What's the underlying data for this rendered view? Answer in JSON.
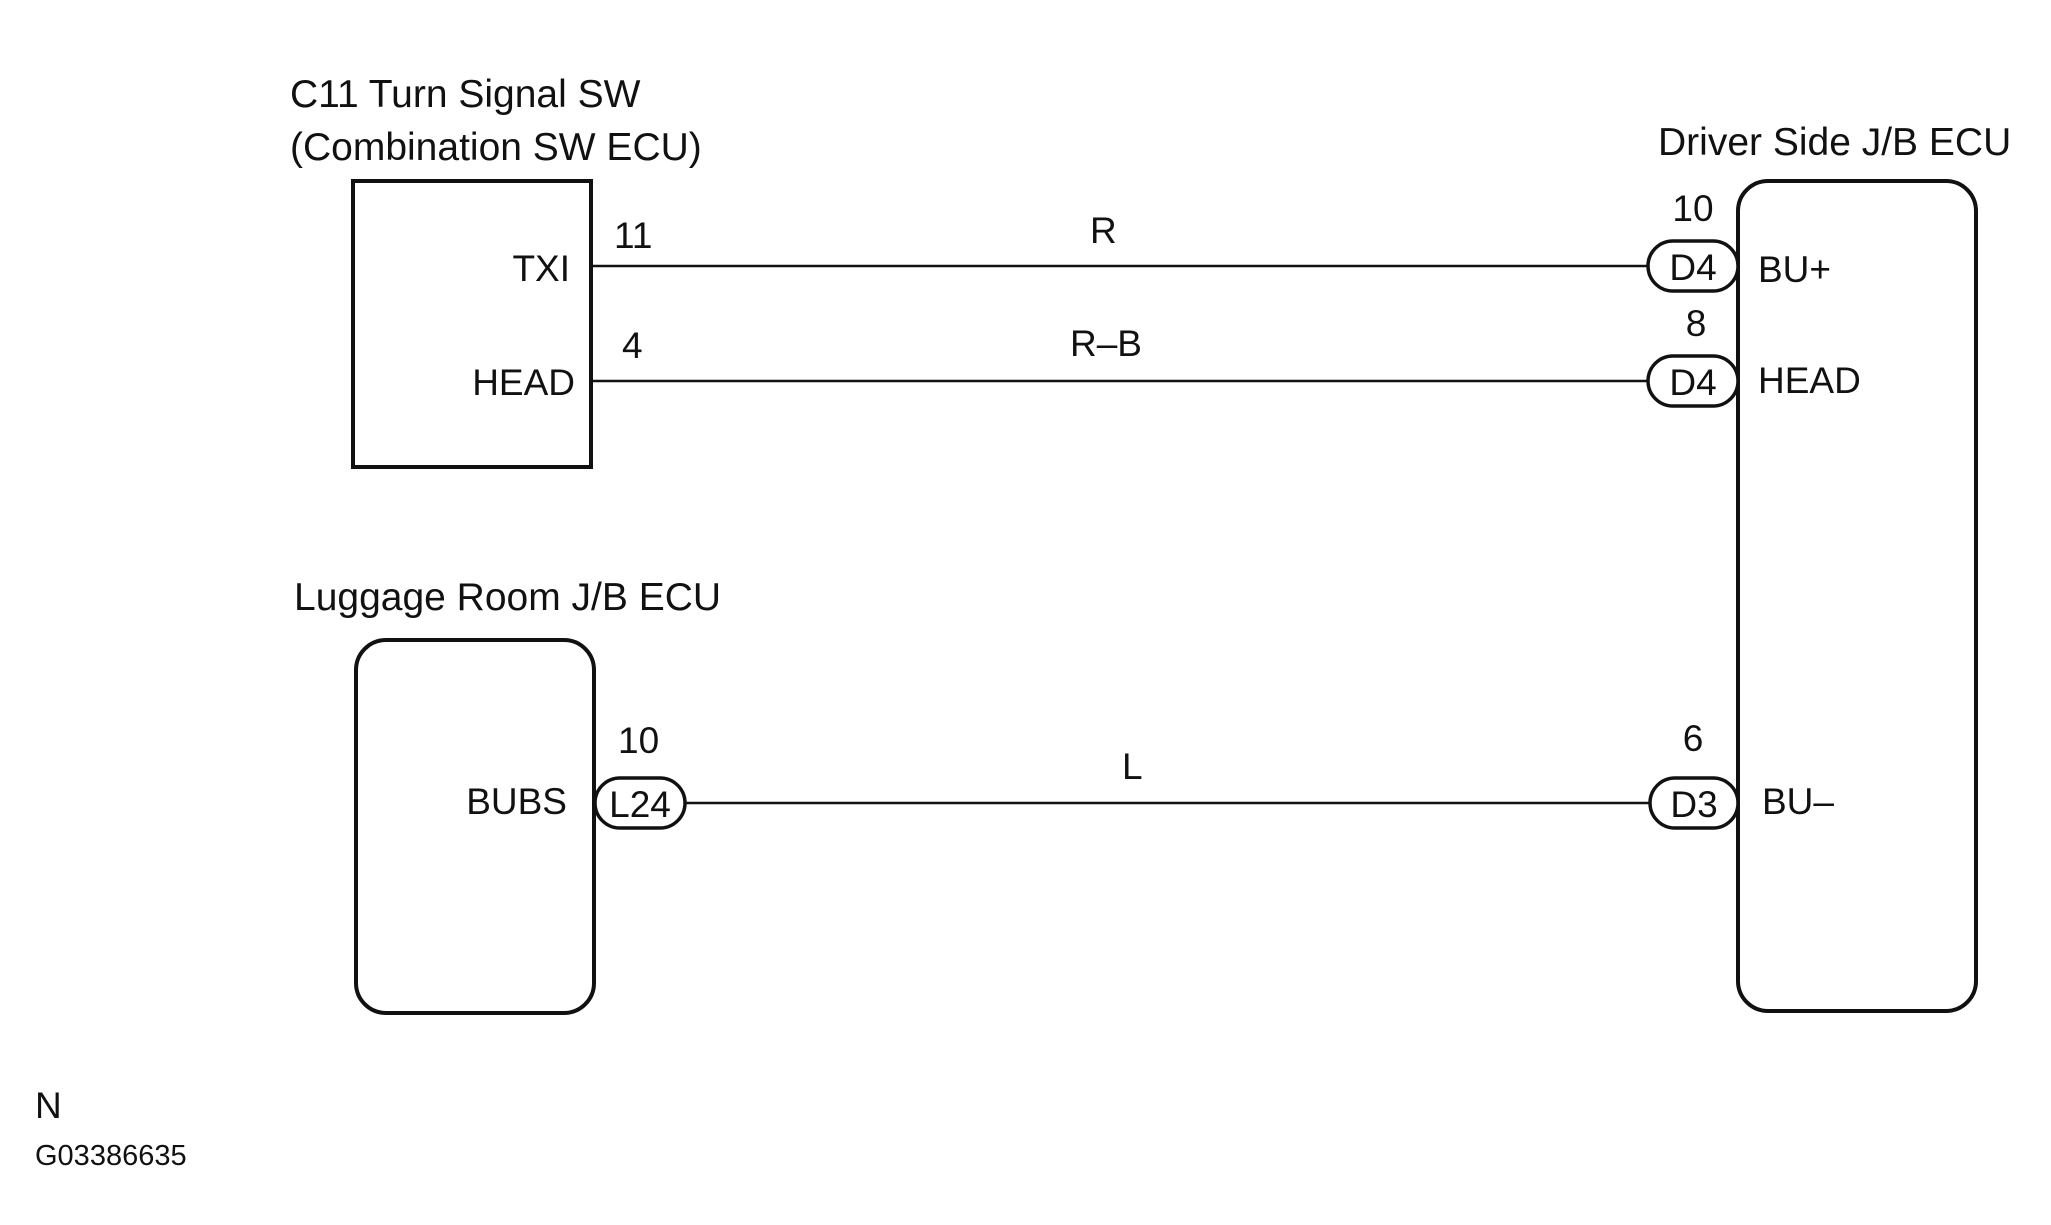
{
  "components": {
    "turn_signal_sw": {
      "title_line1": "C11 Turn Signal SW",
      "title_line2": "(Combination SW ECU)",
      "pins": {
        "txi": "TXI",
        "head": "HEAD"
      }
    },
    "luggage_jb": {
      "title": "Luggage Room J/B ECU",
      "pins": {
        "bubs": "BUBS"
      }
    },
    "driver_jb": {
      "title": "Driver Side J/B ECU",
      "pins": {
        "bu_plus": "BU+",
        "head": "HEAD",
        "bu_minus": "BU–"
      }
    }
  },
  "wires": [
    {
      "from_pin_no": "11",
      "wire_color": "R",
      "to_pin_no": "10",
      "to_connector": "D4"
    },
    {
      "from_pin_no": "4",
      "wire_color": "R–B",
      "to_pin_no": "8",
      "to_connector": "D4"
    },
    {
      "from_pin_no": "10",
      "from_connector": "L24",
      "wire_color": "L",
      "to_pin_no": "6",
      "to_connector": "D3"
    }
  ],
  "footer": {
    "mark": "N",
    "code": "G03386635"
  }
}
